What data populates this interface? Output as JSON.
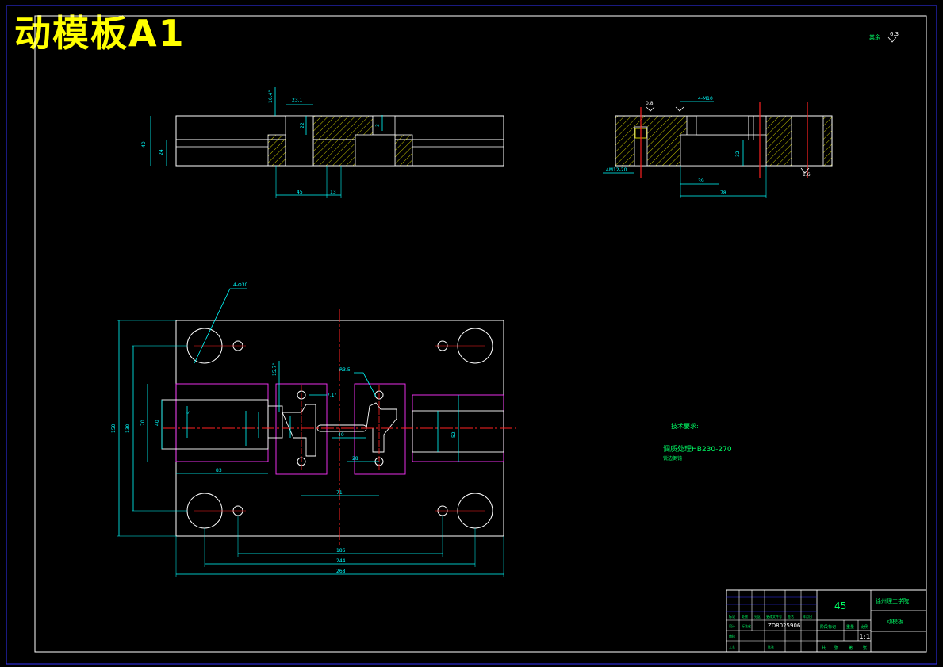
{
  "title": "动模板A1",
  "roughness_note": {
    "label": "其余",
    "value": "6.3"
  },
  "front_view_dims": {
    "top_note": "16.4°",
    "depth_label": "23.1",
    "dim_40": "40",
    "dim_24": "24",
    "dim_22": "22",
    "dim_3": "3",
    "dim_45": "45",
    "dim_13": "13"
  },
  "side_view_dims": {
    "roughness_1": "0.8",
    "roughness_2": "1.6",
    "hole_note": "4-M10",
    "hole_depth": "4M12-20",
    "dim_32": "32",
    "dim_39": "39",
    "dim_78": "78"
  },
  "plan_view_dims": {
    "hole_callout": "4-Φ30",
    "dim_150": "150",
    "dim_130": "130",
    "dim_70": "70",
    "dim_40": "40",
    "dim_5": "5",
    "dim_52": "52",
    "dim_40b": "40",
    "dim_28": "28",
    "dim_71": "71",
    "dim_83": "83",
    "dim_186": "186",
    "dim_244": "244",
    "dim_268": "268",
    "angle_1": "15.7°",
    "angle_2": "7.1°",
    "note_slot": "R3.5"
  },
  "tech_requirements": {
    "heading": "技术要求:",
    "line1": "调质处理HB230-270",
    "line2": "锐边倒钝"
  },
  "title_block": {
    "material": "45",
    "school": "徐州理工学院",
    "part_name": "动模板",
    "drawing_no": "ZD8025906",
    "scale": "1:1",
    "col_stage": "阶段标记",
    "col_weight": "重量",
    "col_scale": "比例",
    "col_sheet": "共",
    "col_sheet2": "张",
    "col_sheet3": "第",
    "col_sheet4": "张",
    "designer": "设计",
    "checker": "审核",
    "approve": "批准",
    "standard": "标准化",
    "craft": "工艺",
    "mark": "标记",
    "count": "处数",
    "zone": "分区",
    "change_doc": "更改文件号",
    "sign": "签名",
    "date": "年月日"
  }
}
